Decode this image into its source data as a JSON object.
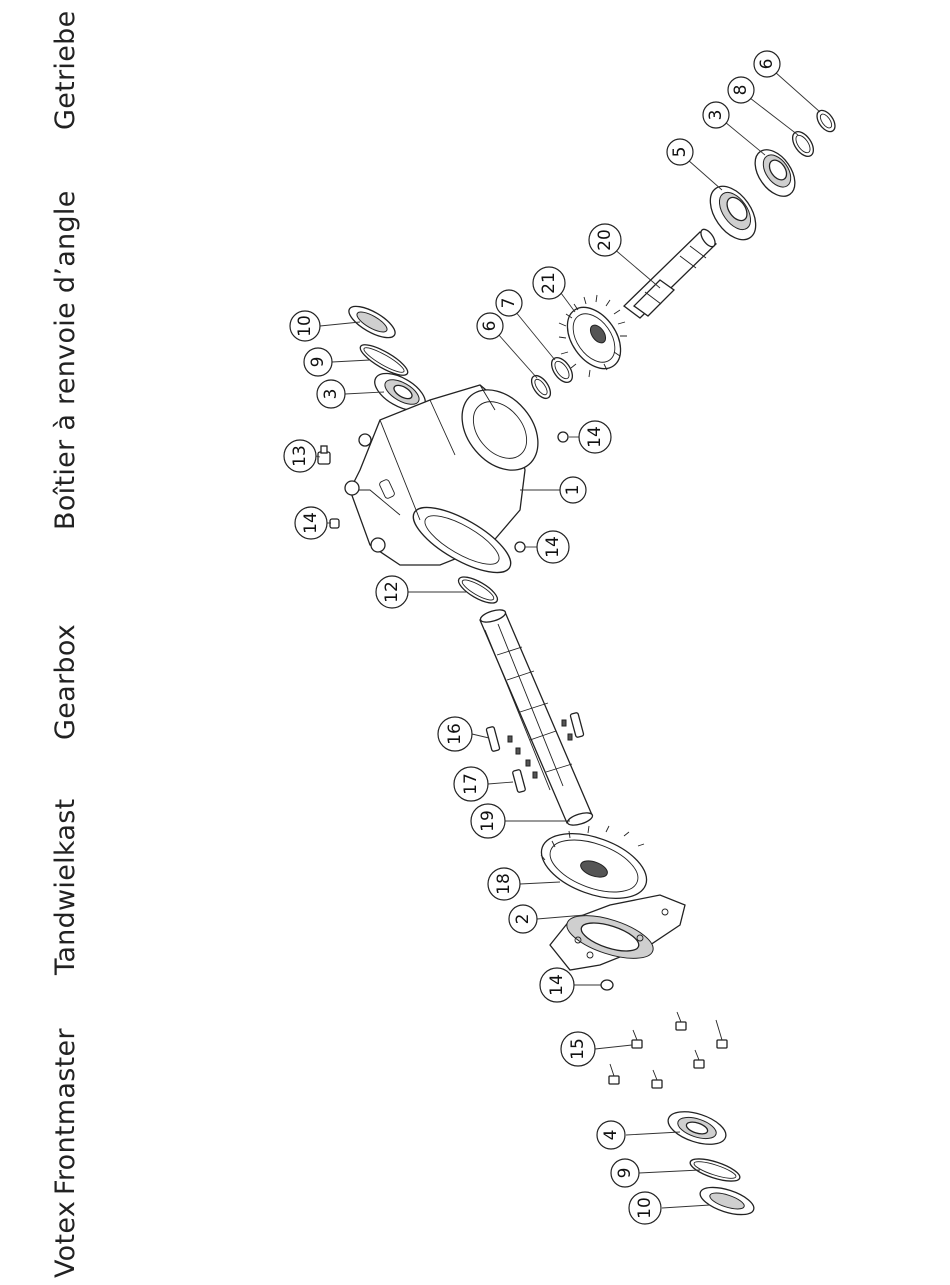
{
  "titles": {
    "getriebe": "Getriebe",
    "boitier": "Boîtier à renvoie d’angle",
    "gearbox": "Gearbox",
    "tandwielkast": "Tandwielkast",
    "frontmaster": "Frontmaster",
    "votex": "Votex"
  },
  "callouts": [
    {
      "id": "c6a",
      "label": "6"
    },
    {
      "id": "c8",
      "label": "8"
    },
    {
      "id": "c3a",
      "label": "3"
    },
    {
      "id": "c5",
      "label": "5"
    },
    {
      "id": "c20",
      "label": "20"
    },
    {
      "id": "c21",
      "label": "21"
    },
    {
      "id": "c7",
      "label": "7"
    },
    {
      "id": "c6b",
      "label": "6"
    },
    {
      "id": "c10a",
      "label": "10"
    },
    {
      "id": "c9a",
      "label": "9"
    },
    {
      "id": "c3b",
      "label": "3"
    },
    {
      "id": "c13",
      "label": "13"
    },
    {
      "id": "c14a",
      "label": "14"
    },
    {
      "id": "c1",
      "label": "1"
    },
    {
      "id": "c14b",
      "label": "14"
    },
    {
      "id": "c14c",
      "label": "14"
    },
    {
      "id": "c12",
      "label": "12"
    },
    {
      "id": "c16",
      "label": "16"
    },
    {
      "id": "c17",
      "label": "17"
    },
    {
      "id": "c19",
      "label": "19"
    },
    {
      "id": "c18",
      "label": "18"
    },
    {
      "id": "c2",
      "label": "2"
    },
    {
      "id": "c14d",
      "label": "14"
    },
    {
      "id": "c15",
      "label": "15"
    },
    {
      "id": "c4",
      "label": "4"
    },
    {
      "id": "c9b",
      "label": "9"
    },
    {
      "id": "c10b",
      "label": "10"
    }
  ]
}
